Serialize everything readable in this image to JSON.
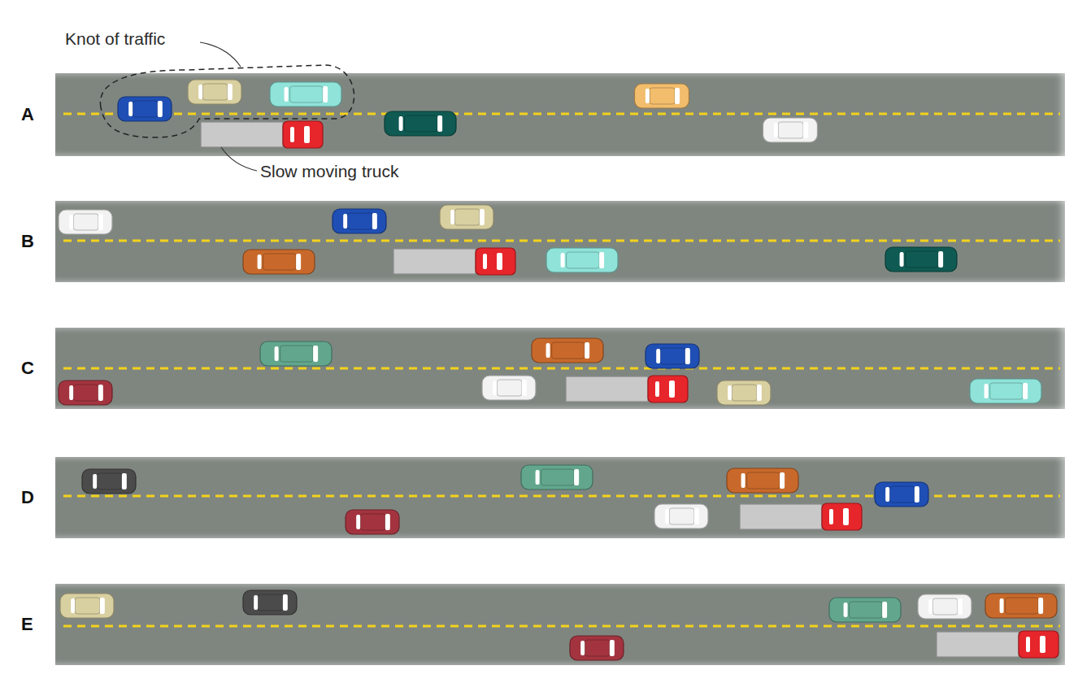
{
  "diagram": {
    "nodes": [
      {
        "text": [
          "A"
        ]
      },
      {
        "text": [
          "B"
        ]
      },
      {
        "text": [
          "C"
        ]
      },
      {
        "text": [
          "D"
        ]
      },
      {
        "text": [
          "E"
        ]
      }
    ],
    "labels": [
      "Knot of traffic",
      "Slow moving truck"
    ]
  }
}
